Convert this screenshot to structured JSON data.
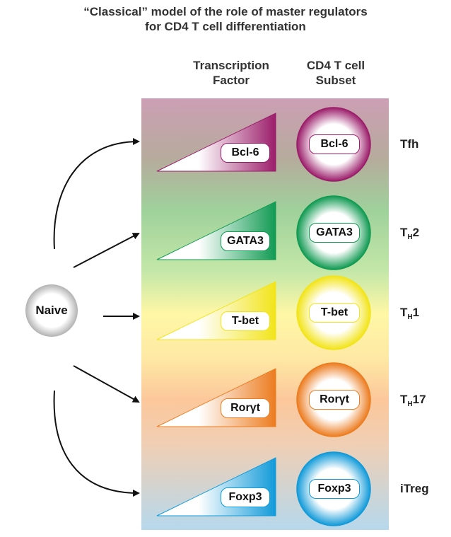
{
  "title_line1": "“Classical” model of the role of master regulators",
  "title_line2": "for CD4 T cell differentiation",
  "col_tf_line1": "Transcription",
  "col_tf_line2": "Factor",
  "col_subset_line1": "CD4 T cell",
  "col_subset_line2": "Subset",
  "naive_label": "Naive",
  "rows": [
    {
      "tf": "Bcl-6",
      "subset_main": "Tfh",
      "subset_sub": "",
      "subset_tail": "",
      "color": "#9b1d6a"
    },
    {
      "tf": "GATA3",
      "subset_main": "T",
      "subset_sub": "H",
      "subset_tail": "2",
      "color": "#119a52"
    },
    {
      "tf": "T-bet",
      "subset_main": "T",
      "subset_sub": "H",
      "subset_tail": "1",
      "color": "#f2e41a"
    },
    {
      "tf": "Rorγt",
      "subset_main": "T",
      "subset_sub": "H",
      "subset_tail": "17",
      "color": "#ec7c20"
    },
    {
      "tf": "Foxp3",
      "subset_main": "iTreg",
      "subset_sub": "",
      "subset_tail": "",
      "color": "#119ad9"
    }
  ]
}
